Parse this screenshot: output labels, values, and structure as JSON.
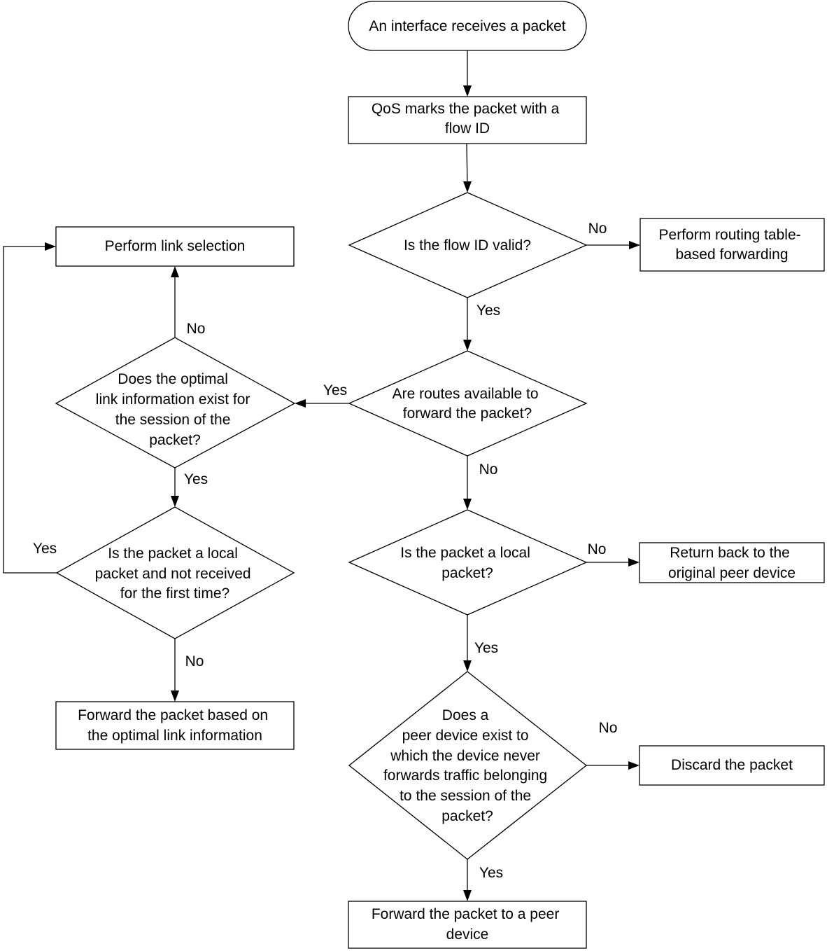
{
  "nodes": {
    "start": {
      "lines": [
        "An interface receives a packet"
      ]
    },
    "qos_mark": {
      "lines": [
        "QoS marks the packet with a",
        "flow ID"
      ]
    },
    "flow_id_valid": {
      "lines": [
        "Is the flow ID valid?"
      ]
    },
    "routing_table_forwarding": {
      "lines": [
        "Perform routing table-",
        "based forwarding"
      ]
    },
    "routes_available": {
      "lines": [
        "Are routes available to",
        "forward the packet?"
      ]
    },
    "optimal_link_exists": {
      "lines": [
        "Does the optimal",
        "link information exist for",
        "the session of the",
        "packet?"
      ]
    },
    "link_selection": {
      "lines": [
        "Perform link selection"
      ]
    },
    "local_not_first": {
      "lines": [
        "Is the packet a local",
        "packet and not received",
        "for the first time?"
      ]
    },
    "forward_optimal": {
      "lines": [
        "Forward the packet based on",
        "the optimal link information"
      ]
    },
    "local_packet": {
      "lines": [
        "Is the packet a local",
        "packet?"
      ]
    },
    "return_peer": {
      "lines": [
        "Return back to the",
        "original peer device"
      ]
    },
    "peer_exists": {
      "lines": [
        "Does a",
        "peer device exist to",
        "which the device never",
        "forwards traffic belonging",
        "to the session of the",
        "packet?"
      ]
    },
    "discard": {
      "lines": [
        "Discard the packet"
      ]
    },
    "forward_peer": {
      "lines": [
        "Forward the packet to a peer",
        "device"
      ]
    }
  },
  "edge_labels": {
    "flow_no": "No",
    "flow_yes": "Yes",
    "routes_yes": "Yes",
    "routes_no": "No",
    "optimal_no": "No",
    "optimal_yes": "Yes",
    "local_first_yes": "Yes",
    "local_first_no": "No",
    "local_no": "No",
    "local_yes": "Yes",
    "peer_no": "No",
    "peer_yes": "Yes"
  }
}
